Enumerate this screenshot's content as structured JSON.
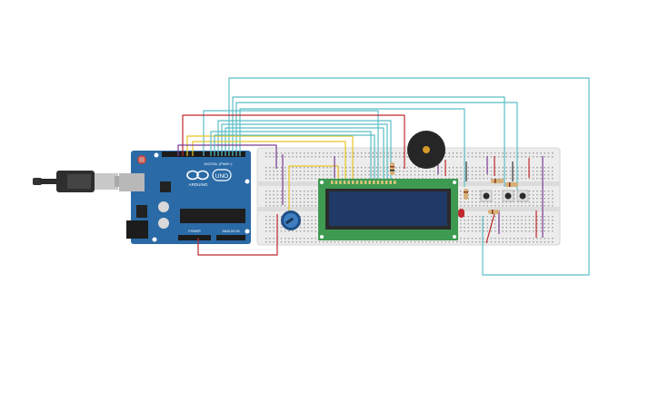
{
  "board": {
    "logo_text": "UNO",
    "brand": "ARDUINO",
    "digital_label": "DIGITAL (PWM~)",
    "power_label": "POWER",
    "analog_label": "ANALOG IN"
  },
  "components": [
    {
      "name": "arduino-uno",
      "kind": "microcontroller"
    },
    {
      "name": "usb-cable",
      "kind": "cable"
    },
    {
      "name": "breadboard",
      "kind": "breadboard"
    },
    {
      "name": "lcd-16x2",
      "kind": "display"
    },
    {
      "name": "piezo-buzzer",
      "kind": "buzzer"
    },
    {
      "name": "potentiometer",
      "kind": "potentiometer"
    },
    {
      "name": "red-led",
      "kind": "led"
    },
    {
      "name": "push-button-1",
      "kind": "button"
    },
    {
      "name": "push-button-2",
      "kind": "button"
    },
    {
      "name": "push-button-3",
      "kind": "button"
    },
    {
      "name": "resistor",
      "kind": "resistor"
    }
  ],
  "wire_colors": {
    "cyan": "#5bbec8",
    "red": "#c0282d",
    "yellow": "#e8c625",
    "purple": "#7b3c96",
    "dark": "#333333"
  },
  "colors": {
    "board_blue": "#2a6aa6",
    "breadboard": "#ececec",
    "lcd_frame": "#3e9a50",
    "lcd_screen": "#1f3a66"
  }
}
